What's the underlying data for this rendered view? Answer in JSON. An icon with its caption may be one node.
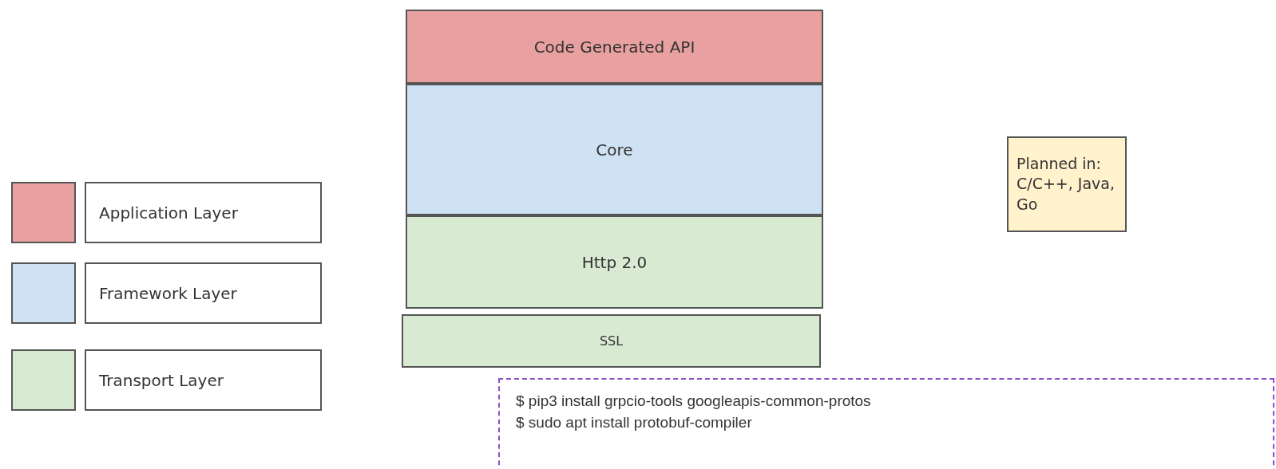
{
  "diagram": {
    "nodes": [
      {
        "text": [
          "Code Generated API"
        ]
      },
      {
        "text": [
          "Core"
        ]
      },
      {
        "text": [
          "Http 2.0"
        ]
      },
      {
        "text": [
          "SSL"
        ]
      },
      {
        "text": [
          "Planned in: C/C++, Java, Go"
        ]
      },
      {
        "text": [
          "$ pip3 install grpcio-tools googleapis-common-protos",
          "$ sudo apt install protobuf-compiler"
        ]
      }
    ],
    "legend": [
      {
        "text": "Application Layer",
        "color": "#e9a0a0"
      },
      {
        "text": "Framework Layer",
        "color": "#cfe2f3"
      },
      {
        "text": "Transport Layer",
        "color": "#d9ead3"
      }
    ]
  }
}
